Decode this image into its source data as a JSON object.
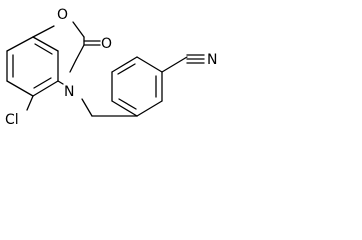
{
  "molecule": {
    "atoms": {
      "ring_oxygen": "O",
      "carbonyl_oxygen": "O",
      "ring_nitrogen": "N",
      "chlorine": "Cl",
      "nitrile_nitrogen": "N"
    },
    "colors": {
      "bond": "#000000",
      "label": "#000000",
      "background": "#ffffff"
    }
  }
}
